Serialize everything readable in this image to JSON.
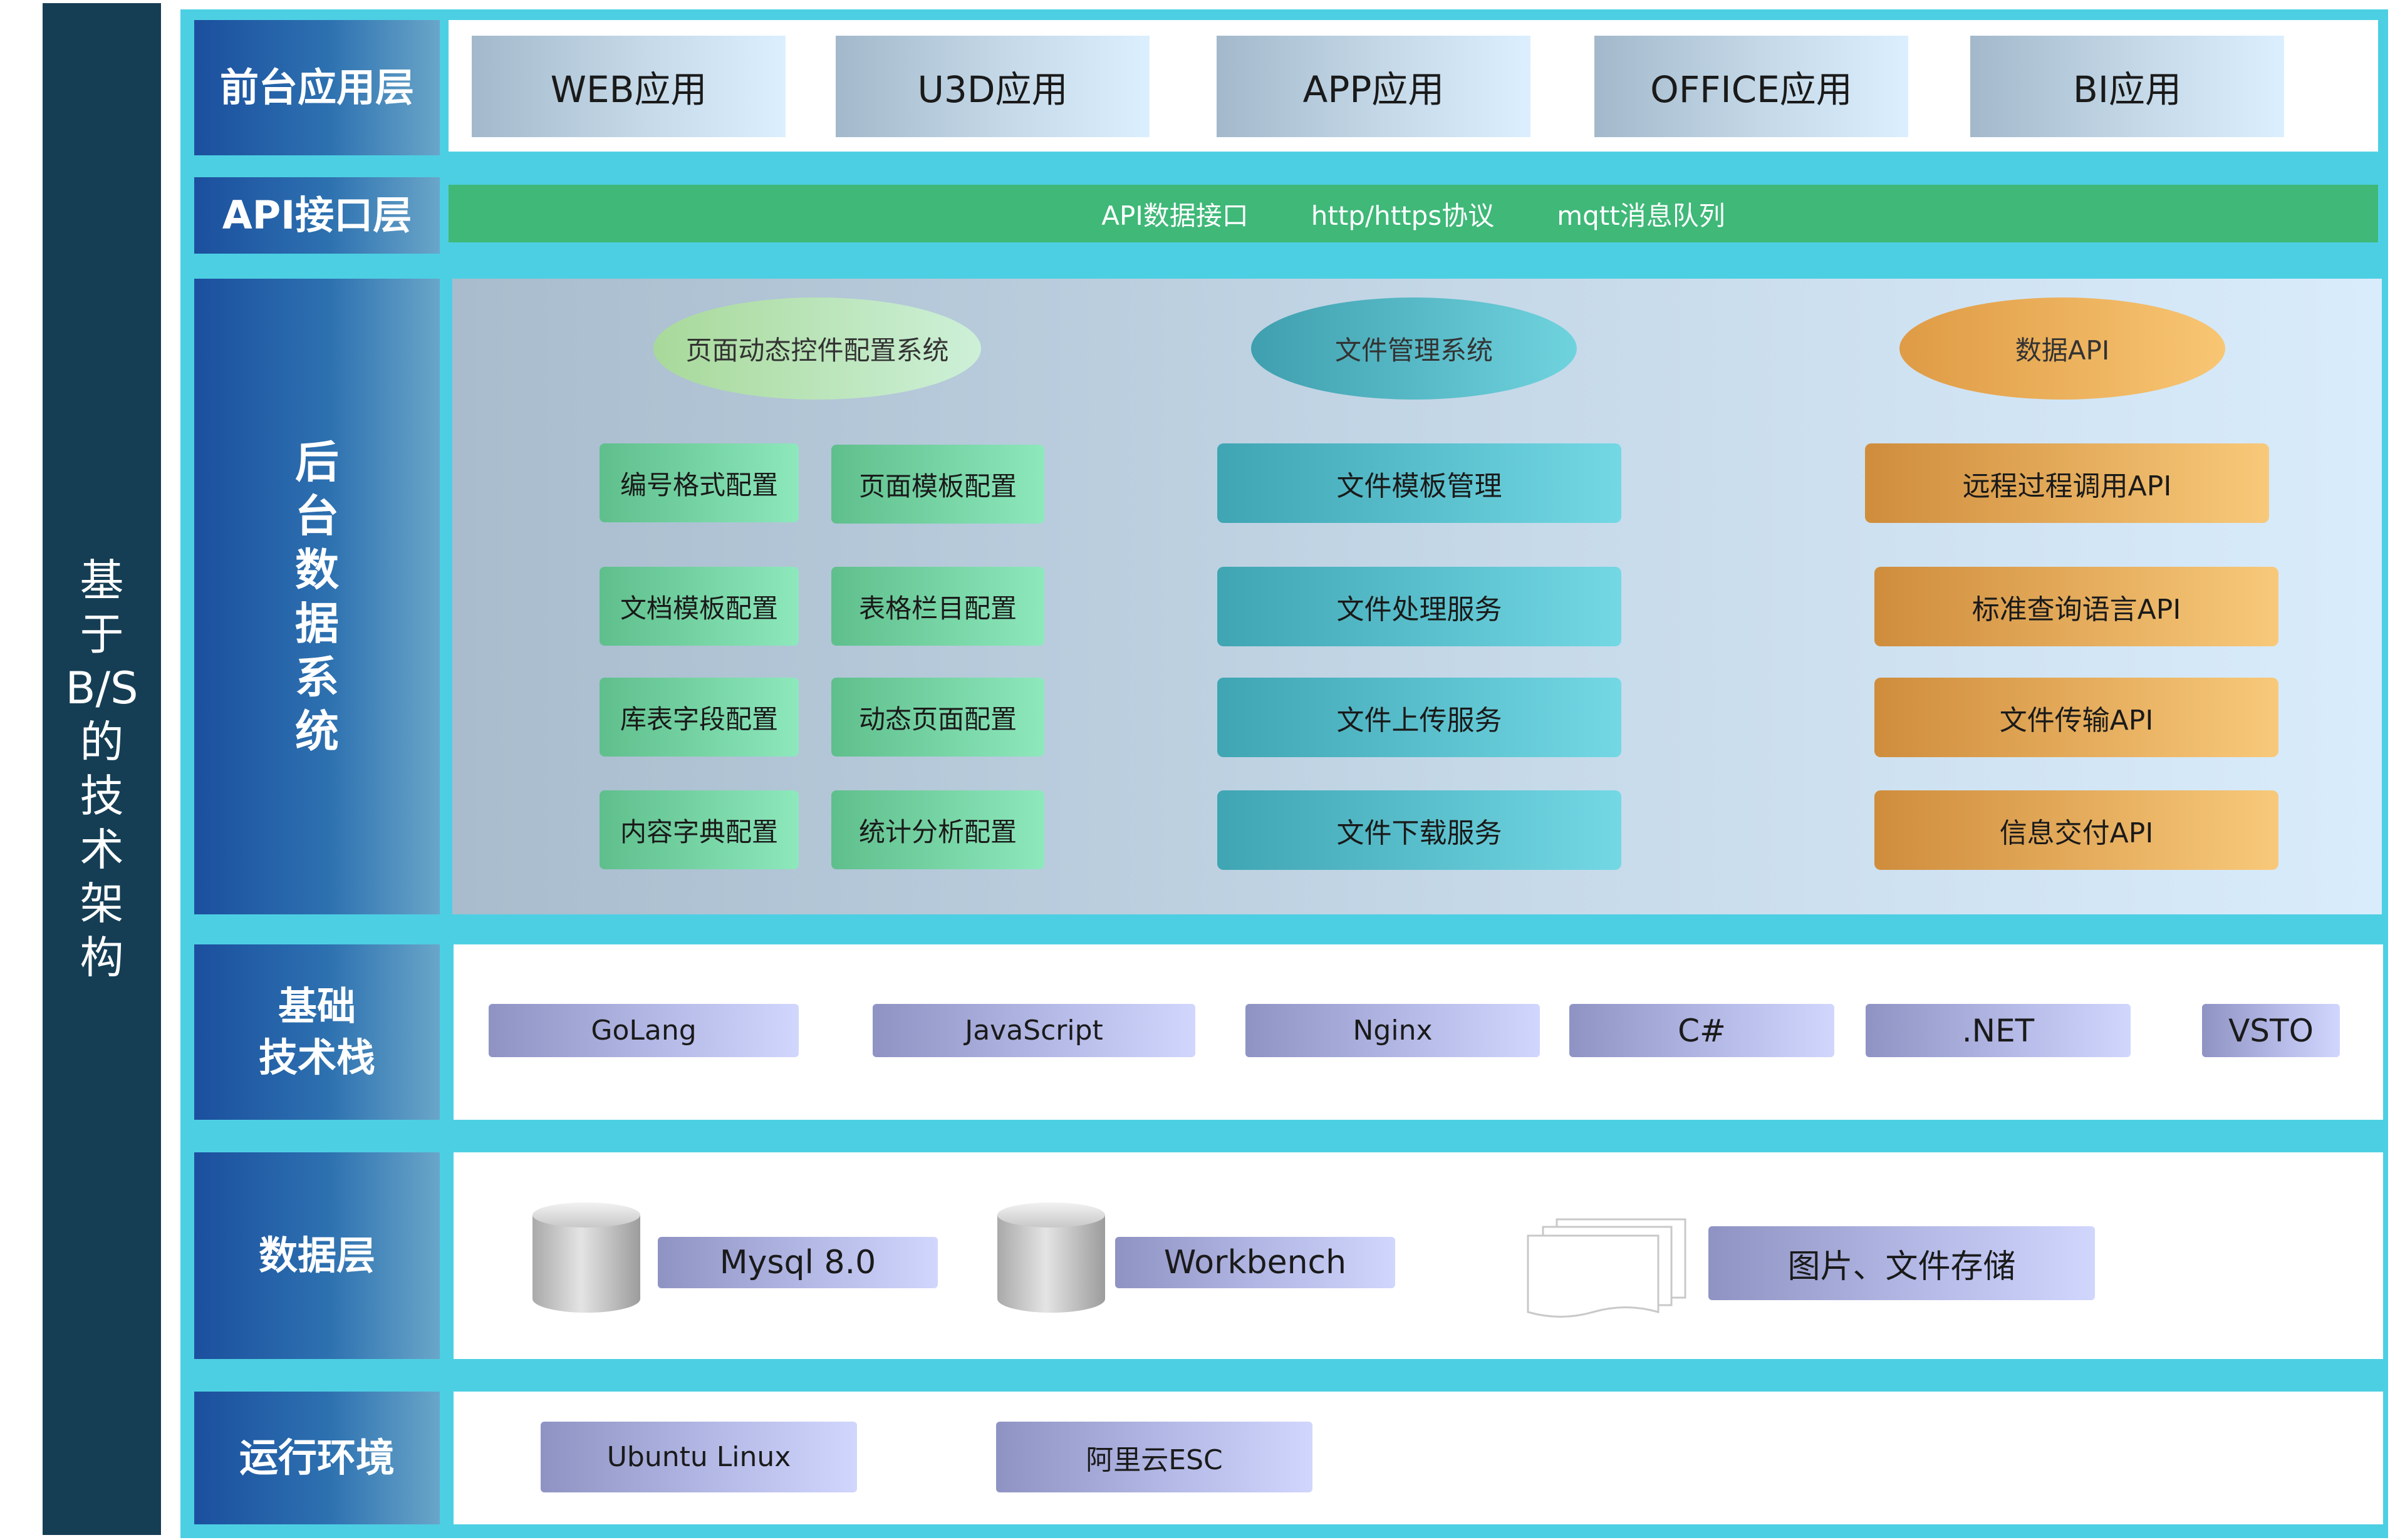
{
  "side_title": [
    "基",
    "于",
    "B/S",
    "的",
    "技",
    "术",
    "架",
    "构"
  ],
  "layers": {
    "frontend": {
      "label": "前台应用层",
      "apps": [
        "WEB应用",
        "U3D应用",
        "APP应用",
        "OFFICE应用",
        "BI应用"
      ]
    },
    "api": {
      "label": "API接口层",
      "items": [
        "API数据接口",
        "http/https协议",
        "mqtt消息队列"
      ]
    },
    "backend": {
      "label_chars": [
        "后",
        "台",
        "数",
        "据",
        "系",
        "统"
      ],
      "systems": [
        {
          "title": "页面动态控件配置系统",
          "items": [
            "编号格式配置",
            "页面模板配置",
            "文档模板配置",
            "表格栏目配置",
            "库表字段配置",
            "动态页面配置",
            "内容字典配置",
            "统计分析配置"
          ]
        },
        {
          "title": "文件管理系统",
          "items": [
            "文件模板管理",
            "文件处理服务",
            "文件上传服务",
            "文件下载服务"
          ]
        },
        {
          "title": "数据API",
          "items": [
            "远程过程调用API",
            "标准查询语言API",
            "文件传输API",
            "信息交付API"
          ]
        }
      ]
    },
    "tech_stack": {
      "label_lines": [
        "基础",
        "技术栈"
      ],
      "items": [
        "GoLang",
        "JavaScript",
        "Nginx",
        "C#",
        ".NET",
        "VSTO"
      ]
    },
    "data": {
      "label": "数据层",
      "items": [
        "Mysql 8.0",
        "Workbench",
        "图片、文件存储"
      ]
    },
    "runtime": {
      "label": "运行环境",
      "items": [
        "Ubuntu Linux",
        "阿里云ESC"
      ]
    }
  },
  "colors": {
    "side_title_bg": "#153e55",
    "frame_cyan": "#4dcfe3",
    "layer_label_blue": "#1b4f9e",
    "api_bar_green": "#3fb878",
    "config_green": "#5fbf8c",
    "file_teal": "#3fa5b3",
    "api_orange": "#df9b45",
    "tech_lavender": "#b4b9e6"
  },
  "icons": [
    "database-cylinder-icon",
    "document-stack-icon"
  ]
}
